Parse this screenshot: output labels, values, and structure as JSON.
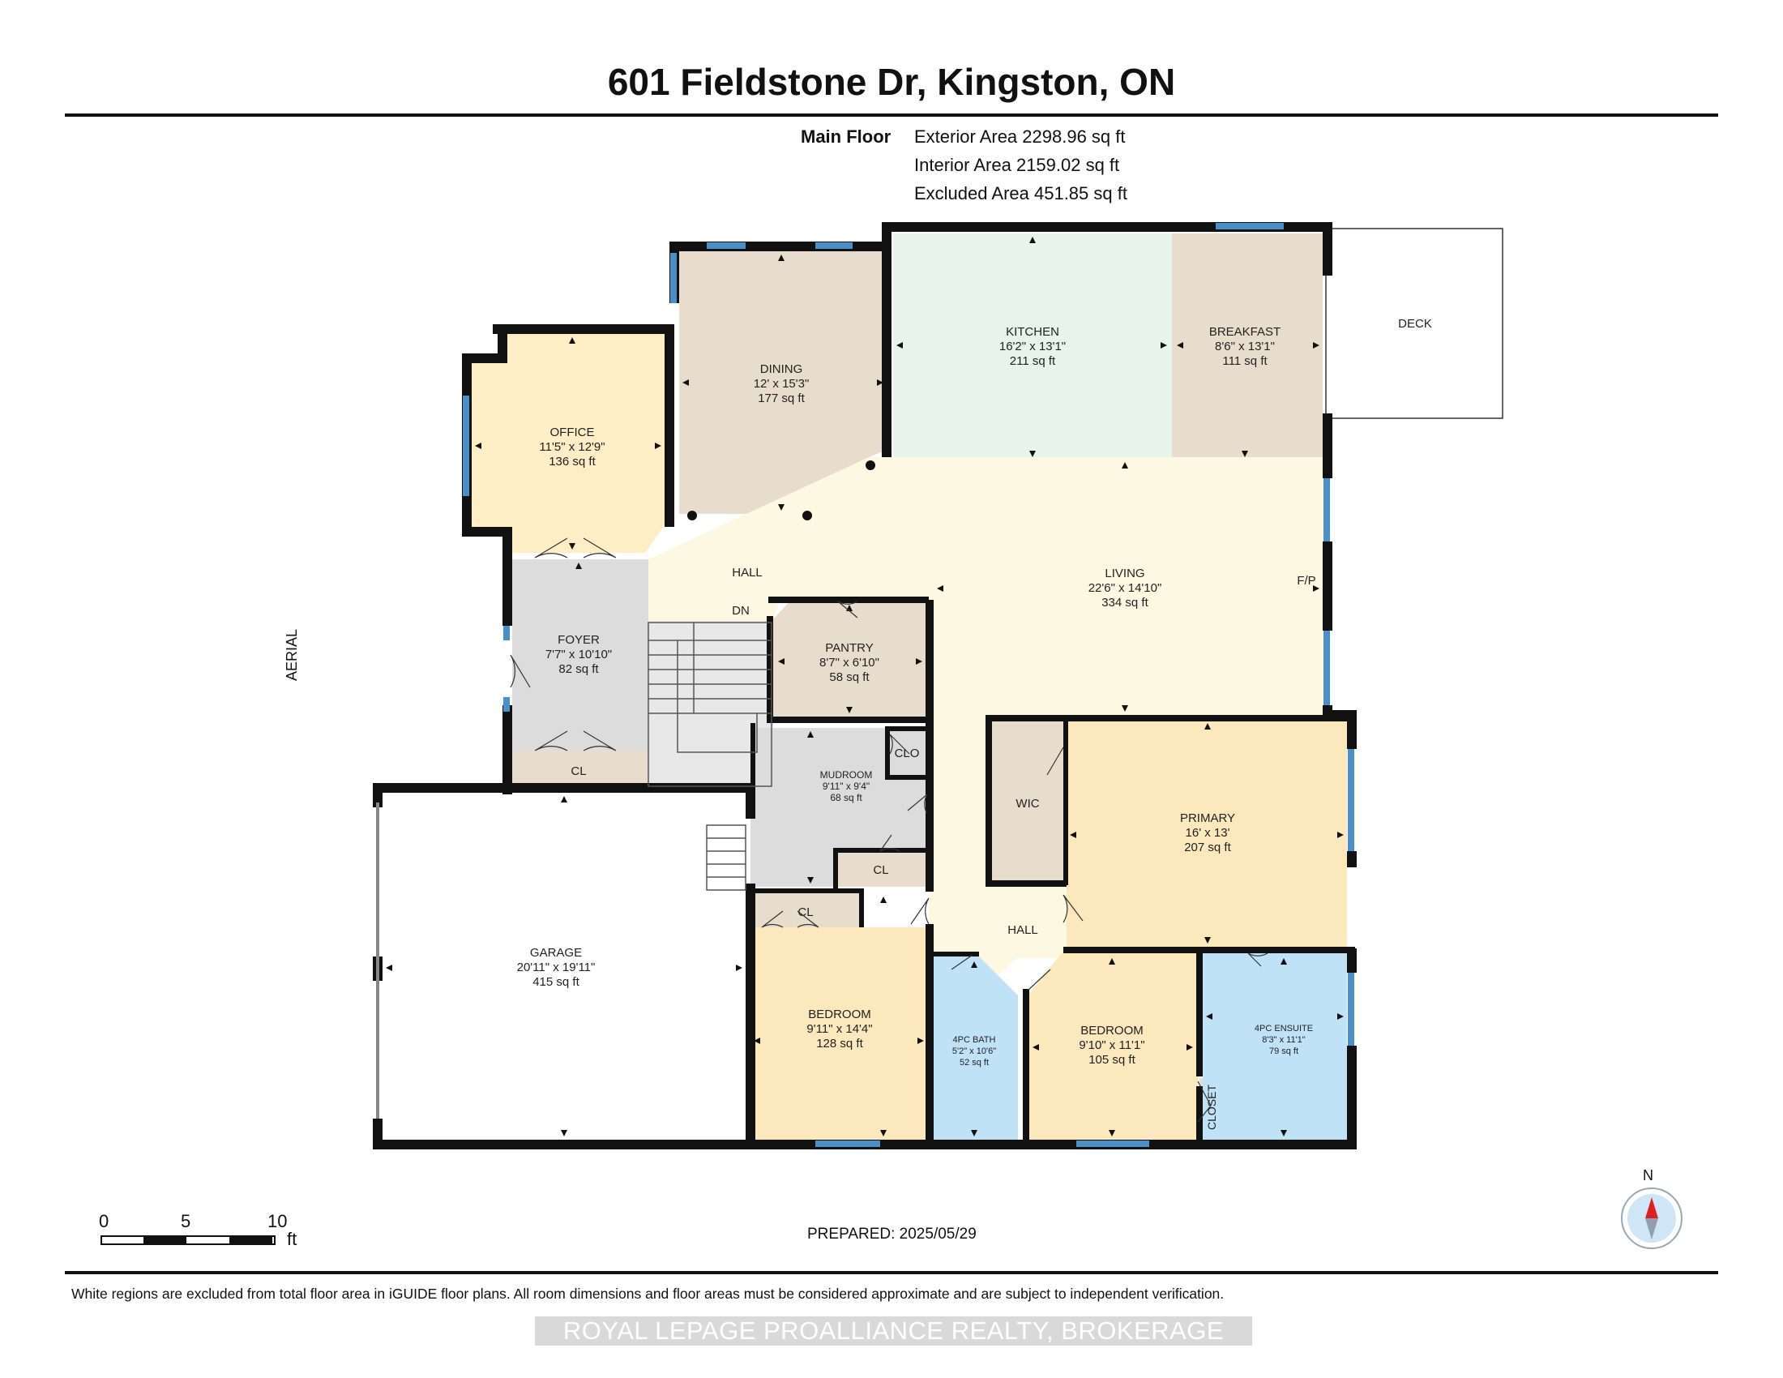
{
  "title": "601 Fieldstone Dr, Kingston, ON",
  "floor": {
    "name": "Main Floor",
    "exterior_area": "Exterior Area 2298.96 sq ft",
    "interior_area": "Interior Area 2159.02 sq ft",
    "excluded_area": "Excluded Area 451.85 sq ft"
  },
  "rooms": {
    "kitchen": {
      "name": "KITCHEN",
      "dims": "16'2\" x 13'1\"",
      "area": "211 sq ft"
    },
    "breakfast": {
      "name": "BREAKFAST",
      "dims": "8'6\" x 13'1\"",
      "area": "111 sq ft"
    },
    "deck": {
      "name": "DECK"
    },
    "dining": {
      "name": "DINING",
      "dims": "12' x 15'3\"",
      "area": "177 sq ft"
    },
    "office": {
      "name": "OFFICE",
      "dims": "11'5\" x 12'9\"",
      "area": "136 sq ft"
    },
    "living": {
      "name": "LIVING",
      "dims": "22'6\" x 14'10\"",
      "area": "334 sq ft"
    },
    "hall_top": {
      "name": "HALL"
    },
    "dn": {
      "name": "DN"
    },
    "fp": {
      "name": "F/P"
    },
    "foyer": {
      "name": "FOYER",
      "dims": "7'7\" x 10'10\"",
      "area": "82 sq ft"
    },
    "pantry": {
      "name": "PANTRY",
      "dims": "8'7\" x 6'10\"",
      "area": "58 sq ft"
    },
    "clo": {
      "name": "CLO"
    },
    "cl_foyer": {
      "name": "CL"
    },
    "mudroom": {
      "name": "MUDROOM",
      "dims": "9'11\" x 9'4\"",
      "area": "68 sq ft"
    },
    "cl_mud": {
      "name": "CL"
    },
    "cl_bed": {
      "name": "CL"
    },
    "wic": {
      "name": "WIC"
    },
    "primary": {
      "name": "PRIMARY",
      "dims": "16' x 13'",
      "area": "207 sq ft"
    },
    "hall_bottom": {
      "name": "HALL"
    },
    "garage": {
      "name": "GARAGE",
      "dims": "20'11\" x 19'11\"",
      "area": "415 sq ft"
    },
    "bedroom1": {
      "name": "BEDROOM",
      "dims": "9'11\" x 14'4\"",
      "area": "128 sq ft"
    },
    "bath": {
      "name": "4PC BATH",
      "dims": "5'2\" x 10'6\"",
      "area": "52 sq ft"
    },
    "bedroom2": {
      "name": "BEDROOM",
      "dims": "9'10\" x 11'1\"",
      "area": "105 sq ft"
    },
    "ensuite": {
      "name": "4PC ENSUITE",
      "dims": "8'3\" x 11'1\"",
      "area": "79 sq ft"
    },
    "closet": {
      "name": "CLOSET"
    }
  },
  "colors": {
    "kitchen": "#e6f4ec",
    "breakfast": "#e8ddcc",
    "dining": "#e8ddcc",
    "office": "#fdeec6",
    "living": "#fdf8e2",
    "foyer": "#dcdcdc",
    "pantry": "#e8ddcc",
    "bedroom": "#fbe9bd",
    "bath": "#bfe2f7",
    "window": "#4a90c8",
    "compass_needle": "#e02020"
  },
  "aerial_label": "AERIAL",
  "prepared": "PREPARED: 2025/05/29",
  "scale": {
    "t0": "0",
    "t5": "5",
    "t10": "10",
    "unit": "ft"
  },
  "compass": {
    "label": "N"
  },
  "footnote": "White regions are excluded from total floor area in iGUIDE floor plans. All room dimensions and floor areas must be considered approximate and are subject to independent verification.",
  "brokerage": "ROYAL LEPAGE PROALLIANCE REALTY, BROKERAGE"
}
